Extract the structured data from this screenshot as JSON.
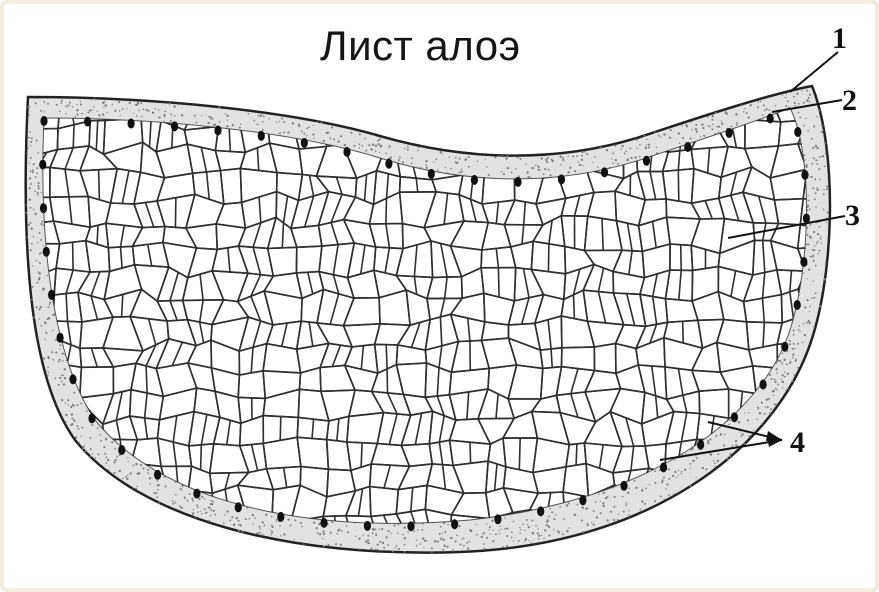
{
  "diagram": {
    "title": "Лист алоэ",
    "callouts": [
      {
        "id": "1",
        "text": "1"
      },
      {
        "id": "2",
        "text": "2"
      },
      {
        "id": "3",
        "text": "3"
      },
      {
        "id": "4",
        "text": "4"
      }
    ],
    "colors": {
      "outline": "#222222",
      "epidermis_fill": "#d9d9d9",
      "stipple": "#8a8a8a",
      "cell_wall": "#2f2f2f",
      "bundle": "#111111",
      "frame": "#f3ebde"
    }
  }
}
